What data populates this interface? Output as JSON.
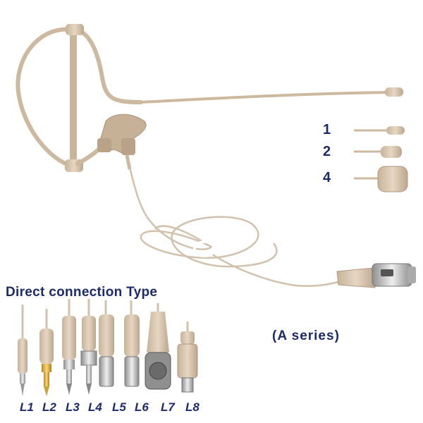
{
  "capsule_options": [
    {
      "label": "1"
    },
    {
      "label": "2"
    },
    {
      "label": "4"
    }
  ],
  "heading": "Direct connection Type",
  "series_label": "(A series)",
  "connectors": [
    {
      "label": "L1"
    },
    {
      "label": "L2"
    },
    {
      "label": "L3"
    },
    {
      "label": "L4"
    },
    {
      "label": "L5"
    },
    {
      "label": "L6"
    },
    {
      "label": "L7"
    },
    {
      "label": "L8"
    }
  ],
  "colors": {
    "text": "#1c2a6e",
    "beige": "#d8c6b0",
    "beige_dark": "#b7a38a",
    "metal": "#c9c9c9",
    "gold": "#e3b640"
  }
}
